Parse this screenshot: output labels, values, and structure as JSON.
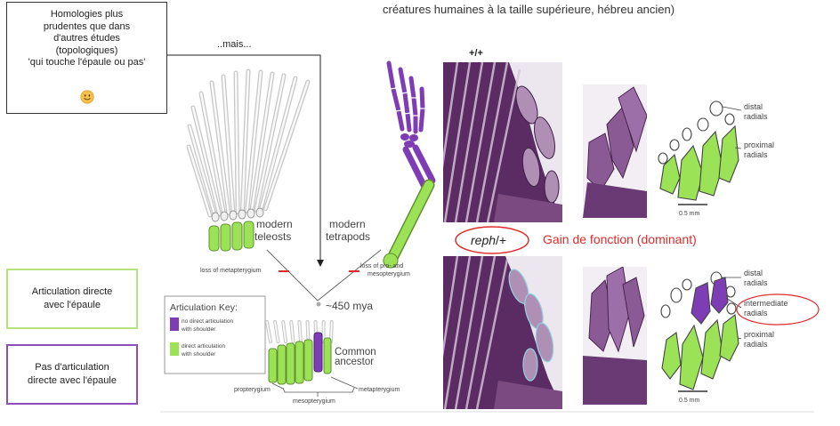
{
  "header": {
    "partial_title": "créatures humaines à la taille supérieure, hébreu ancien)"
  },
  "note_box": {
    "lines": [
      "Homologies plus",
      "prudentes que dans",
      "d'autres études",
      "(topologiques)",
      "'qui touche l'épaule ou pas'"
    ],
    "icon": "slightly-smiling-face-icon"
  },
  "arrow_label": "..mais...",
  "legend": {
    "direct": {
      "lines": [
        "Articulation directe",
        "avec l'épaule"
      ],
      "color": "#b4e57a"
    },
    "no_direct": {
      "lines": [
        "Pas d'articulation",
        "directe avec l'épaule"
      ],
      "color": "#8a4fb8"
    }
  },
  "evolution_figure": {
    "teleosts_label": [
      "modern",
      "teleosts"
    ],
    "tetrapods_label": [
      "modern",
      "tetrapods"
    ],
    "loss_left": "loss of metapterygium",
    "loss_right": [
      "loss of pro- and",
      "mesopterygium"
    ],
    "divergence": "~450 mya",
    "key": {
      "title": "Articulation Key:",
      "no_direct": [
        "no direct articulation",
        "with shoulder"
      ],
      "direct": [
        "direct articulation",
        "with shoulder"
      ]
    },
    "ancestor_label": [
      "Common",
      "ancestor"
    ],
    "bone_labels": {
      "left": "propterygium",
      "middle": "mesopterygium",
      "right": "metapterygium"
    },
    "colors": {
      "direct": "#9be256",
      "no_direct": "#7f3db5"
    }
  },
  "genotype_figure": {
    "wild_type": "+/+",
    "mutant": {
      "gene": "reph",
      "suffix": "/+"
    },
    "mutant_note": "Gain de fonction (dominant)",
    "top_labels": [
      [
        "distal",
        "radials"
      ],
      [
        "proximal",
        "radials"
      ]
    ],
    "bottom_labels": [
      [
        "distal",
        "radials"
      ],
      [
        "intermediate",
        "radials"
      ],
      [
        "proximal",
        "radials"
      ]
    ],
    "scale_bar": "0.5 mm",
    "highlight_color": "#e02b2b"
  }
}
